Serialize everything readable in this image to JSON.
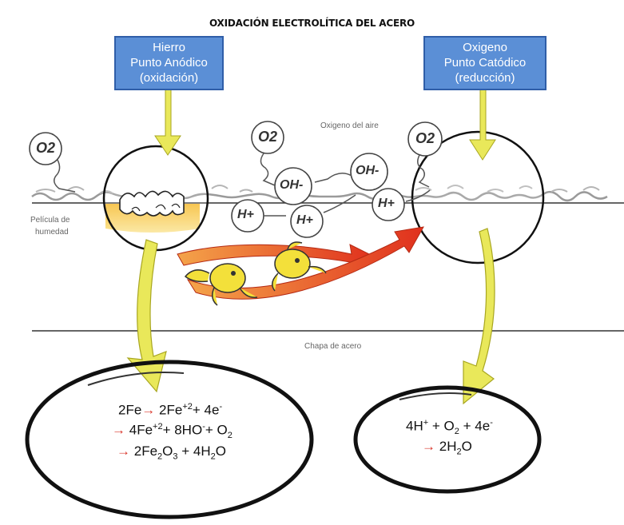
{
  "title": "OXIDACIÓN ELECTROLÍTICA DEL ACERO",
  "anode_box": {
    "line1": "Hierro",
    "line2": "Punto Anódico",
    "line3": "(oxidación)"
  },
  "cathode_box": {
    "line1": "Oxigeno",
    "line2": "Punto Catódico",
    "line3": "(reducción)"
  },
  "labels": {
    "air_oxygen": "Oxigeno del aire",
    "moisture_film_1": "Película de",
    "moisture_film_2": "humedad",
    "steel_plate": "Chapa de acero"
  },
  "bubbles": {
    "o2_left": "O2",
    "o2_middle": "O2",
    "o2_right": "O2",
    "oh_1": "OH-",
    "oh_2": "OH-",
    "h_1": "H+",
    "h_2": "H+",
    "h_3": "H+"
  },
  "anode_equations": {
    "eq1": {
      "left": "2Fe",
      "arrow": "→",
      "right_a": "2Fe",
      "sup_a": "+2",
      "right_b": "+ 4e",
      "sup_b": "-"
    },
    "eq2": {
      "arrow": "→",
      "a": "4Fe",
      "sup_a": "+2",
      "b": "+ 8HO",
      "sup_b": "-",
      "c": "+ O",
      "sub_c": "2"
    },
    "eq3": {
      "arrow": "→",
      "a": "2Fe",
      "sub_a": "2",
      "b": "O",
      "sub_b": "3",
      "c": "+ 4H",
      "sub_c": "2",
      "d": "O"
    }
  },
  "cathode_equations": {
    "eq1": {
      "a": "4H",
      "sup_a": "+",
      "b": "+ O",
      "sub_b": "2",
      "c": "+ 4e",
      "sup_c": "-"
    },
    "eq2": {
      "arrow": "→",
      "a": "2H",
      "sub_a": "2",
      "b": "O"
    }
  },
  "colors": {
    "box_fill": "#5b8fd6",
    "box_border": "#2f5ea8",
    "arrow_yellow": "#e9e85a",
    "arrow_red": "#e04a25",
    "moisture": "#f6c93a"
  }
}
